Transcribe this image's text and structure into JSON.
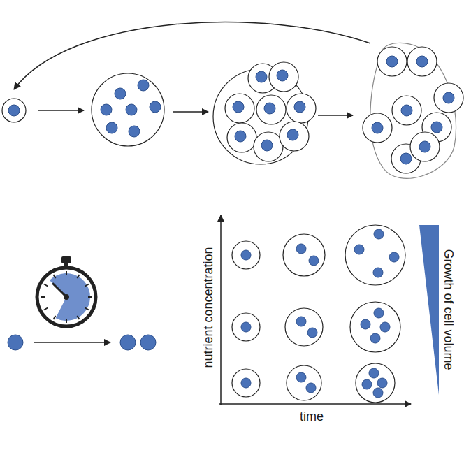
{
  "diagram": {
    "labels": [
      "nutrient concentration",
      "time",
      "Growth of cell volume"
    ]
  }
}
